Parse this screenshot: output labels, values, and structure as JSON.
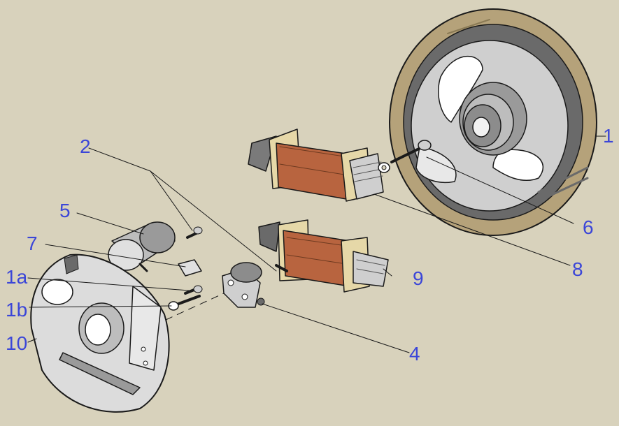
{
  "colors": {
    "background": "#d8d2bc",
    "label": "#3b46d8",
    "leader": "#1a1a1a",
    "flywheel_rim": "#b5a27a",
    "flywheel_inner": "#cfcfcf",
    "coil_winding": "#b8643f",
    "plate": "#dcdcdc"
  },
  "callouts": {
    "c1": "1",
    "c1a": "1a",
    "c1b": "1b",
    "c2": "2",
    "c4": "4",
    "c5": "5",
    "c6": "6",
    "c7": "7",
    "c8": "8",
    "c9": "9",
    "c10": "10"
  }
}
